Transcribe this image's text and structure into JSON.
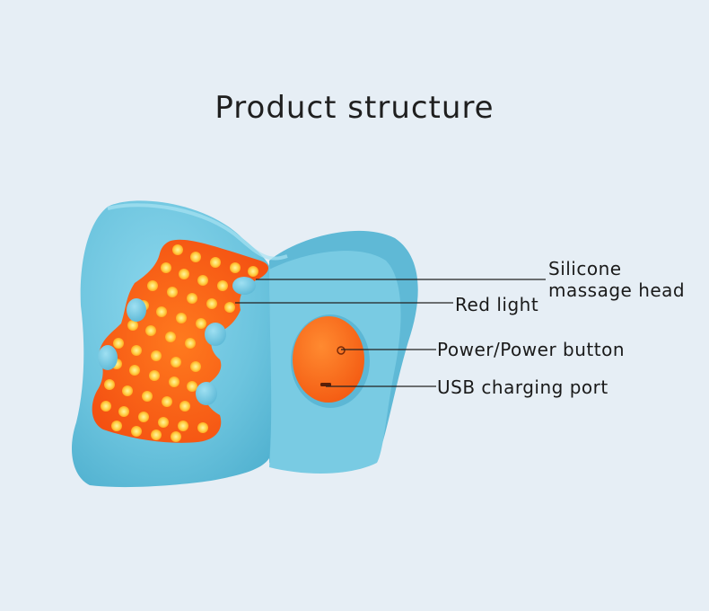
{
  "title": "Product structure",
  "labels": {
    "silicone_line1": "Silicone",
    "silicone_line2": "massage head",
    "red_light": "Red light",
    "power": "Power/Power button",
    "usb": "USB charging port"
  },
  "colors": {
    "background": "#e6eef5",
    "body": "#6cc4de",
    "red_panel": "#ff5a14",
    "led": "#ffd34d",
    "button_disc": "#ff6a1c"
  }
}
